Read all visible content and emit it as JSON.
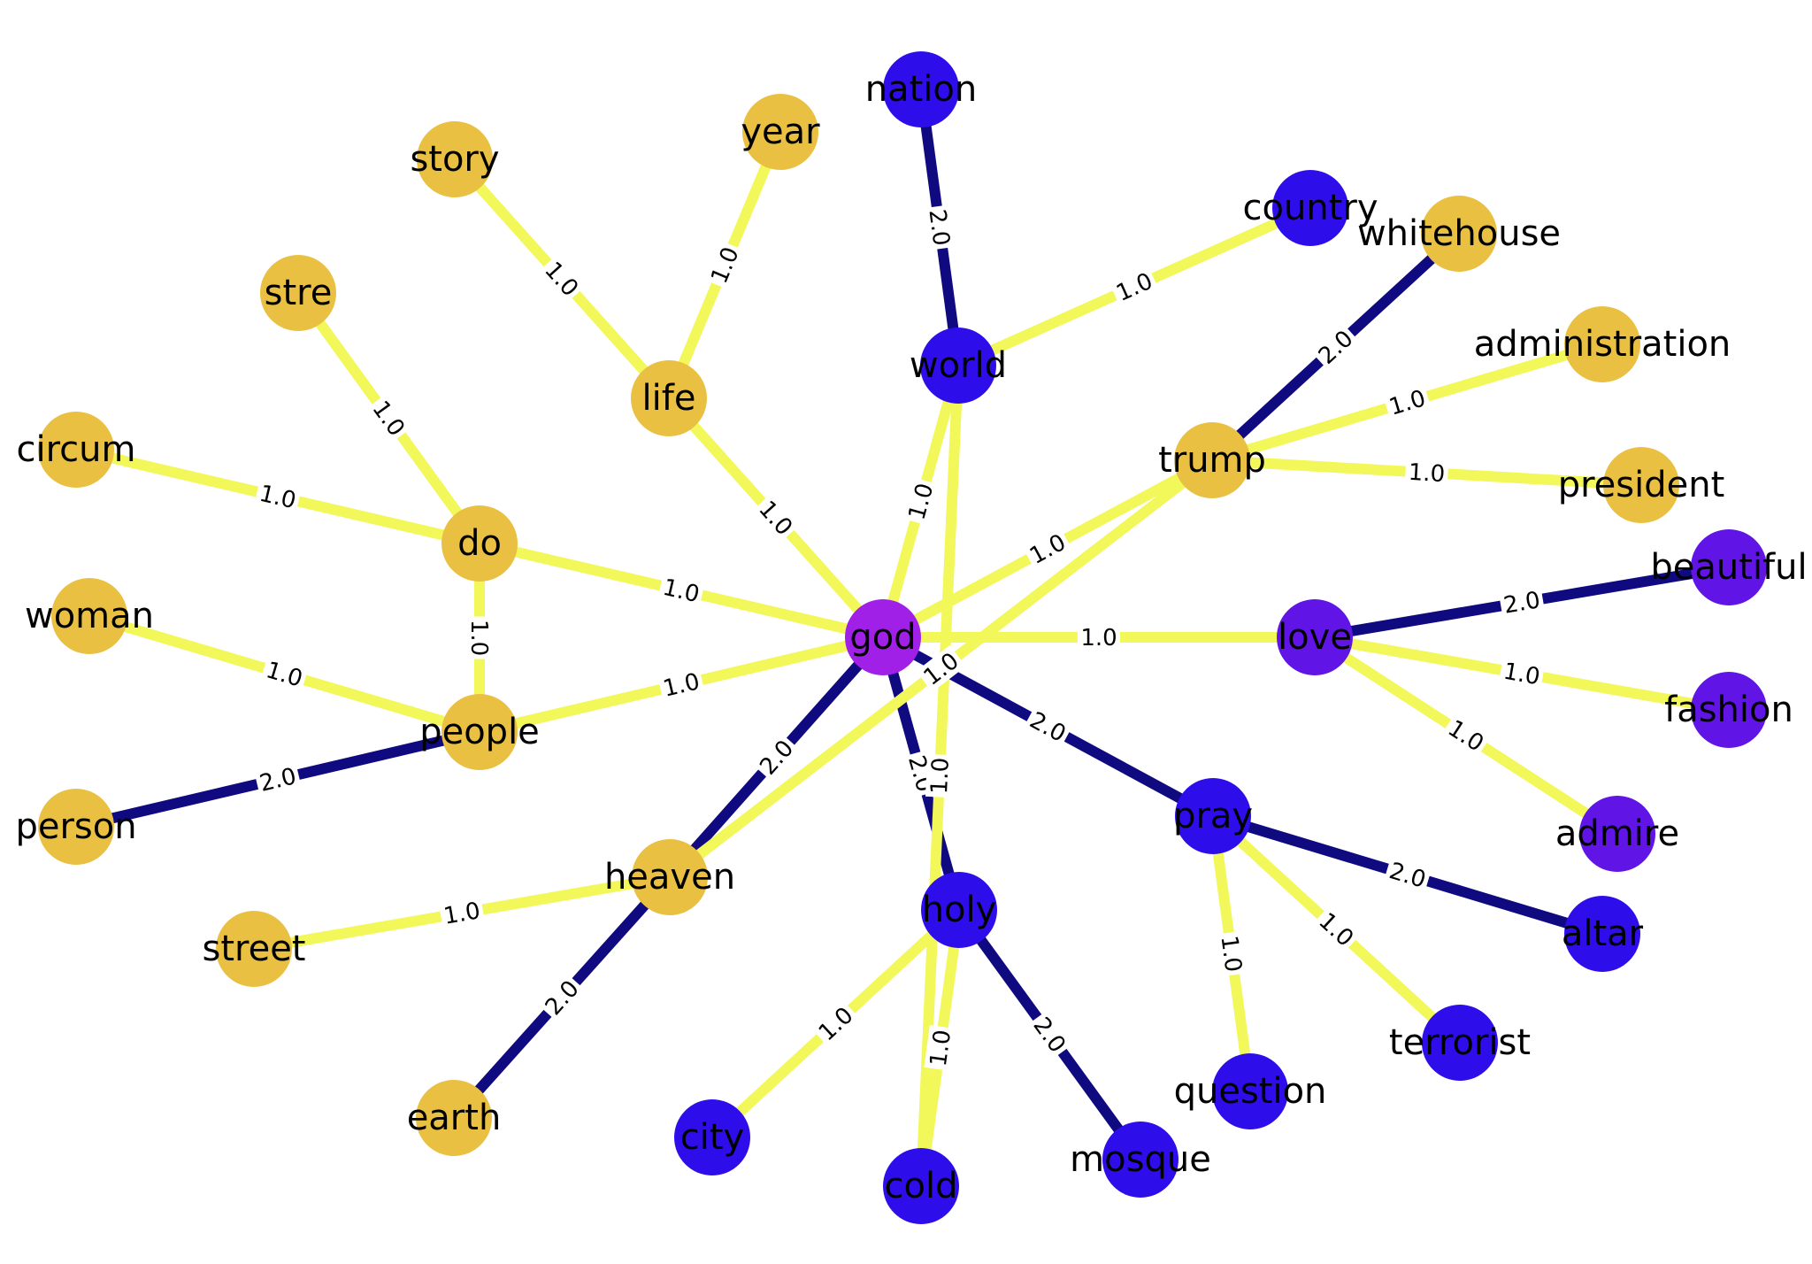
{
  "colors": {
    "group_gold": "#E9C042",
    "group_blue": "#2D0EEB",
    "group_violet": "#6015E6",
    "center": "#A020E8",
    "edge_weight_1": "#F2F75A",
    "edge_weight_2": "#0F0A80",
    "label_box": "#ffffff"
  },
  "nodes": [
    {
      "id": "god",
      "label": "god",
      "group": "center"
    },
    {
      "id": "nation",
      "label": "nation",
      "group": "blue"
    },
    {
      "id": "year",
      "label": "year",
      "group": "gold"
    },
    {
      "id": "story",
      "label": "story",
      "group": "gold"
    },
    {
      "id": "country",
      "label": "country",
      "group": "blue"
    },
    {
      "id": "whitehouse",
      "label": "whitehouse",
      "group": "gold"
    },
    {
      "id": "stre",
      "label": "stre",
      "group": "gold"
    },
    {
      "id": "administration",
      "label": "administration",
      "group": "gold"
    },
    {
      "id": "world",
      "label": "world",
      "group": "blue"
    },
    {
      "id": "life",
      "label": "life",
      "group": "gold"
    },
    {
      "id": "circum",
      "label": "circum",
      "group": "gold"
    },
    {
      "id": "trump",
      "label": "trump",
      "group": "gold"
    },
    {
      "id": "president",
      "label": "president",
      "group": "gold"
    },
    {
      "id": "do",
      "label": "do",
      "group": "gold"
    },
    {
      "id": "beautiful",
      "label": "beautiful",
      "group": "violet"
    },
    {
      "id": "woman",
      "label": "woman",
      "group": "gold"
    },
    {
      "id": "love",
      "label": "love",
      "group": "violet"
    },
    {
      "id": "fashion",
      "label": "fashion",
      "group": "violet"
    },
    {
      "id": "people",
      "label": "people",
      "group": "gold"
    },
    {
      "id": "person",
      "label": "person",
      "group": "gold"
    },
    {
      "id": "pray",
      "label": "pray",
      "group": "blue"
    },
    {
      "id": "admire",
      "label": "admire",
      "group": "violet"
    },
    {
      "id": "heaven",
      "label": "heaven",
      "group": "gold"
    },
    {
      "id": "holy",
      "label": "holy",
      "group": "blue"
    },
    {
      "id": "altar",
      "label": "altar",
      "group": "blue"
    },
    {
      "id": "street",
      "label": "street",
      "group": "gold"
    },
    {
      "id": "terrorist",
      "label": "terrorist",
      "group": "blue"
    },
    {
      "id": "question",
      "label": "question",
      "group": "blue"
    },
    {
      "id": "earth",
      "label": "earth",
      "group": "gold"
    },
    {
      "id": "city",
      "label": "city",
      "group": "blue"
    },
    {
      "id": "mosque",
      "label": "mosque",
      "group": "blue"
    },
    {
      "id": "cold",
      "label": "cold",
      "group": "blue"
    }
  ],
  "edges": [
    {
      "source": "god",
      "target": "world",
      "weight": "1.0"
    },
    {
      "source": "god",
      "target": "life",
      "weight": "1.0"
    },
    {
      "source": "god",
      "target": "do",
      "weight": "1.0"
    },
    {
      "source": "god",
      "target": "people",
      "weight": "1.0"
    },
    {
      "source": "god",
      "target": "trump",
      "weight": "1.0"
    },
    {
      "source": "god",
      "target": "love",
      "weight": "1.0"
    },
    {
      "source": "god",
      "target": "pray",
      "weight": "2.0"
    },
    {
      "source": "god",
      "target": "holy",
      "weight": "2.0"
    },
    {
      "source": "god",
      "target": "heaven",
      "weight": "2.0"
    },
    {
      "source": "nation",
      "target": "world",
      "weight": "2.0"
    },
    {
      "source": "world",
      "target": "country",
      "weight": "1.0"
    },
    {
      "source": "world",
      "target": "cold",
      "weight": "1.0"
    },
    {
      "source": "life",
      "target": "story",
      "weight": "1.0"
    },
    {
      "source": "life",
      "target": "year",
      "weight": "1.0"
    },
    {
      "source": "do",
      "target": "stre",
      "weight": "1.0"
    },
    {
      "source": "do",
      "target": "circum",
      "weight": "1.0"
    },
    {
      "source": "do",
      "target": "people",
      "weight": "1.0"
    },
    {
      "source": "people",
      "target": "woman",
      "weight": "1.0"
    },
    {
      "source": "people",
      "target": "person",
      "weight": "2.0"
    },
    {
      "source": "trump",
      "target": "whitehouse",
      "weight": "2.0"
    },
    {
      "source": "trump",
      "target": "administration",
      "weight": "1.0"
    },
    {
      "source": "trump",
      "target": "president",
      "weight": "1.0"
    },
    {
      "source": "trump",
      "target": "heaven",
      "weight": "1.0"
    },
    {
      "source": "love",
      "target": "beautiful",
      "weight": "2.0"
    },
    {
      "source": "love",
      "target": "fashion",
      "weight": "1.0"
    },
    {
      "source": "love",
      "target": "admire",
      "weight": "1.0"
    },
    {
      "source": "pray",
      "target": "altar",
      "weight": "2.0"
    },
    {
      "source": "pray",
      "target": "terrorist",
      "weight": "1.0"
    },
    {
      "source": "pray",
      "target": "question",
      "weight": "1.0"
    },
    {
      "source": "heaven",
      "target": "street",
      "weight": "1.0"
    },
    {
      "source": "heaven",
      "target": "earth",
      "weight": "2.0"
    },
    {
      "source": "holy",
      "target": "city",
      "weight": "1.0"
    },
    {
      "source": "holy",
      "target": "mosque",
      "weight": "2.0"
    },
    {
      "source": "holy",
      "target": "cold",
      "weight": "1.0"
    }
  ]
}
